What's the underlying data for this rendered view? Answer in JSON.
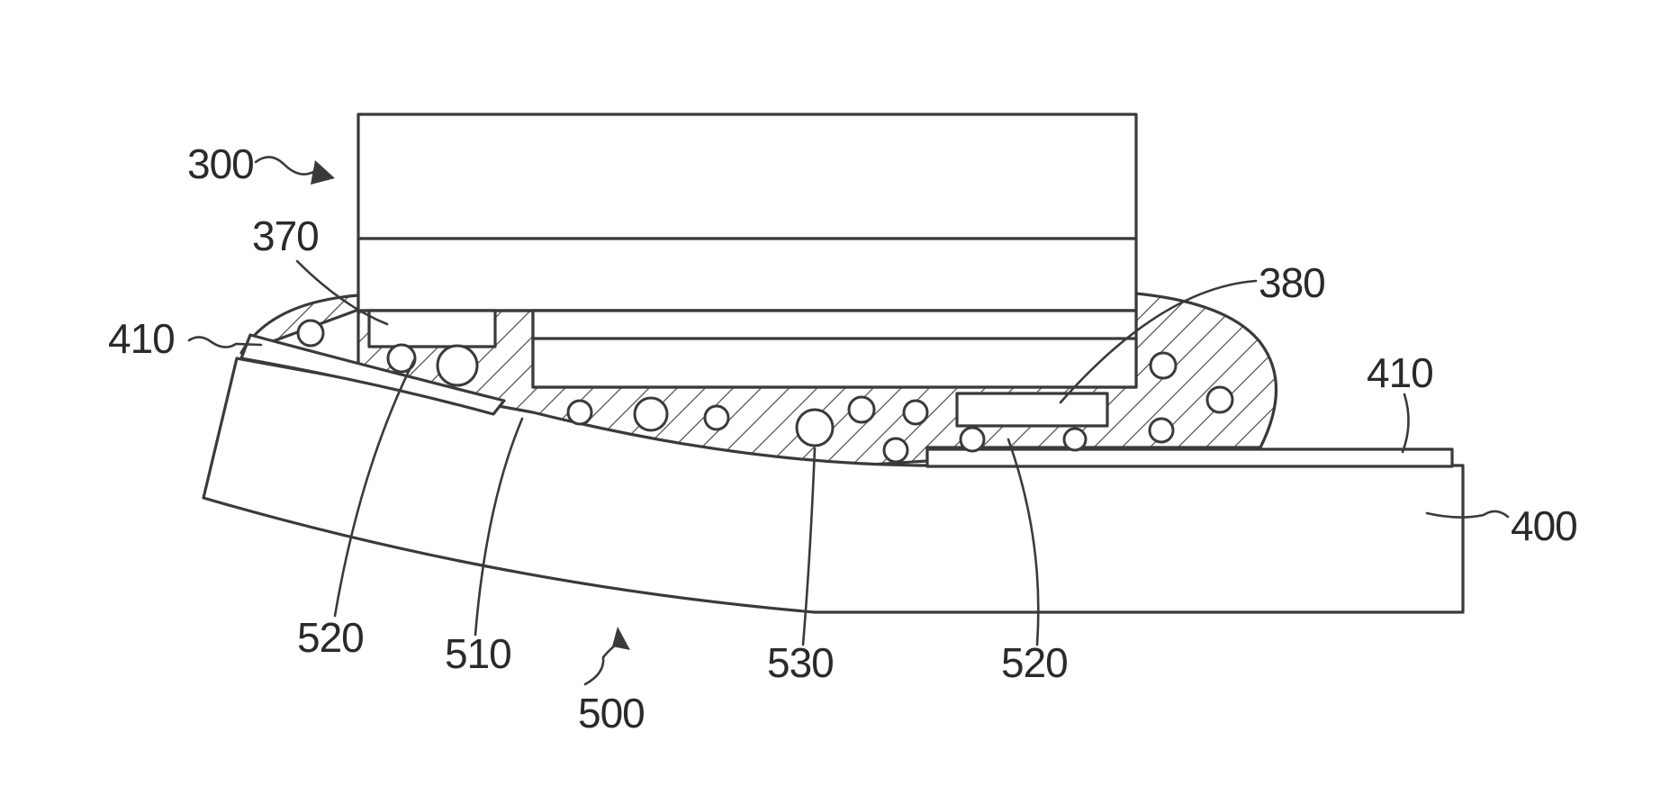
{
  "labels": {
    "l300": "300",
    "l370": "370",
    "l410_left": "410",
    "l380": "380",
    "l410_right": "410",
    "l400": "400",
    "l520_left": "520",
    "l510": "510",
    "l530": "530",
    "l520_right": "520",
    "l500": "500"
  }
}
